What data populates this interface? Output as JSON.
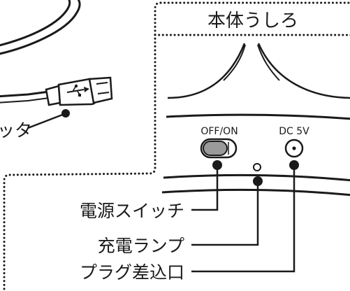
{
  "panel": {
    "title": "本体うしろ"
  },
  "callouts": {
    "connector_partial": "ッタ",
    "power_switch": "電源スイッチ",
    "charge_lamp": "充電ランプ",
    "power_jack": "プラグ差込口"
  },
  "device": {
    "switch_label": "OFF/ON",
    "jack_label": "DC 5V"
  },
  "colors": {
    "ink": "#1a1a1a",
    "switch_fill": "#9a9a9a",
    "background": "#ffffff"
  }
}
